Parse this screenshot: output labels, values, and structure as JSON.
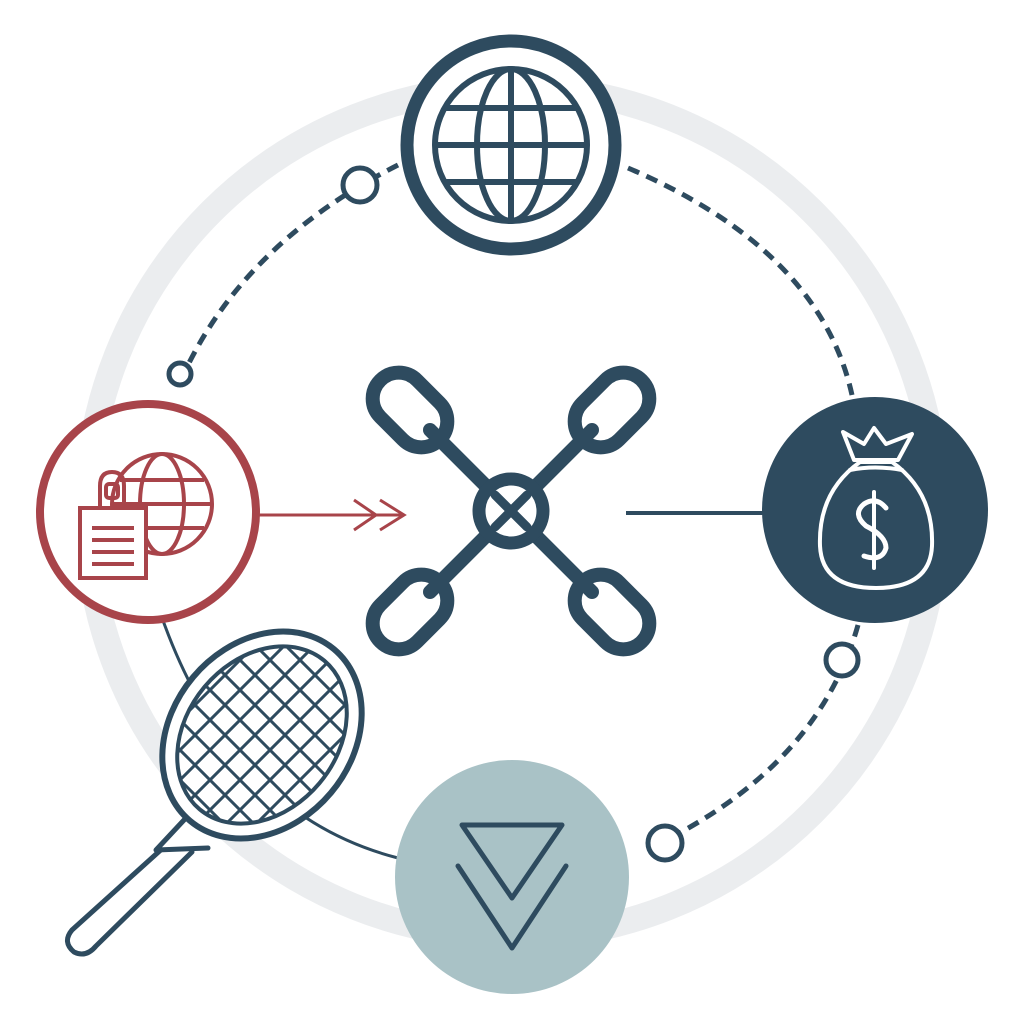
{
  "diagram": {
    "hub": {
      "icon": "crossed-chain-links-icon"
    },
    "nodes": [
      {
        "id": "globe",
        "icon": "globe-icon",
        "style": "outlined"
      },
      {
        "id": "money",
        "icon": "money-bag-dollar-icon",
        "style": "filled"
      },
      {
        "id": "download",
        "icon": "double-chevron-down-icon",
        "style": "soft-filled"
      },
      {
        "id": "web-document",
        "icon": "globe-document-lock-icon",
        "style": "outlined-accent"
      },
      {
        "id": "racket",
        "icon": "tennis-racket-icon",
        "style": "line-art"
      }
    ],
    "connections": [
      {
        "from": "web-document",
        "to": "hub",
        "style": "arrow"
      },
      {
        "from": "money",
        "to": "hub",
        "style": "solid"
      },
      {
        "from": "globe",
        "to": "money",
        "style": "dashed"
      },
      {
        "from": "globe",
        "to": "web-document",
        "style": "dashed"
      },
      {
        "from": "money",
        "to": "download",
        "style": "dashed"
      },
      {
        "from": "web-document",
        "to": "download",
        "style": "solid"
      }
    ]
  },
  "colors": {
    "navy": "#2e4b5f",
    "red": "#a8444a",
    "ring": "#ebedef",
    "download_fill": "#a9c2c6",
    "white": "#ffffff"
  }
}
